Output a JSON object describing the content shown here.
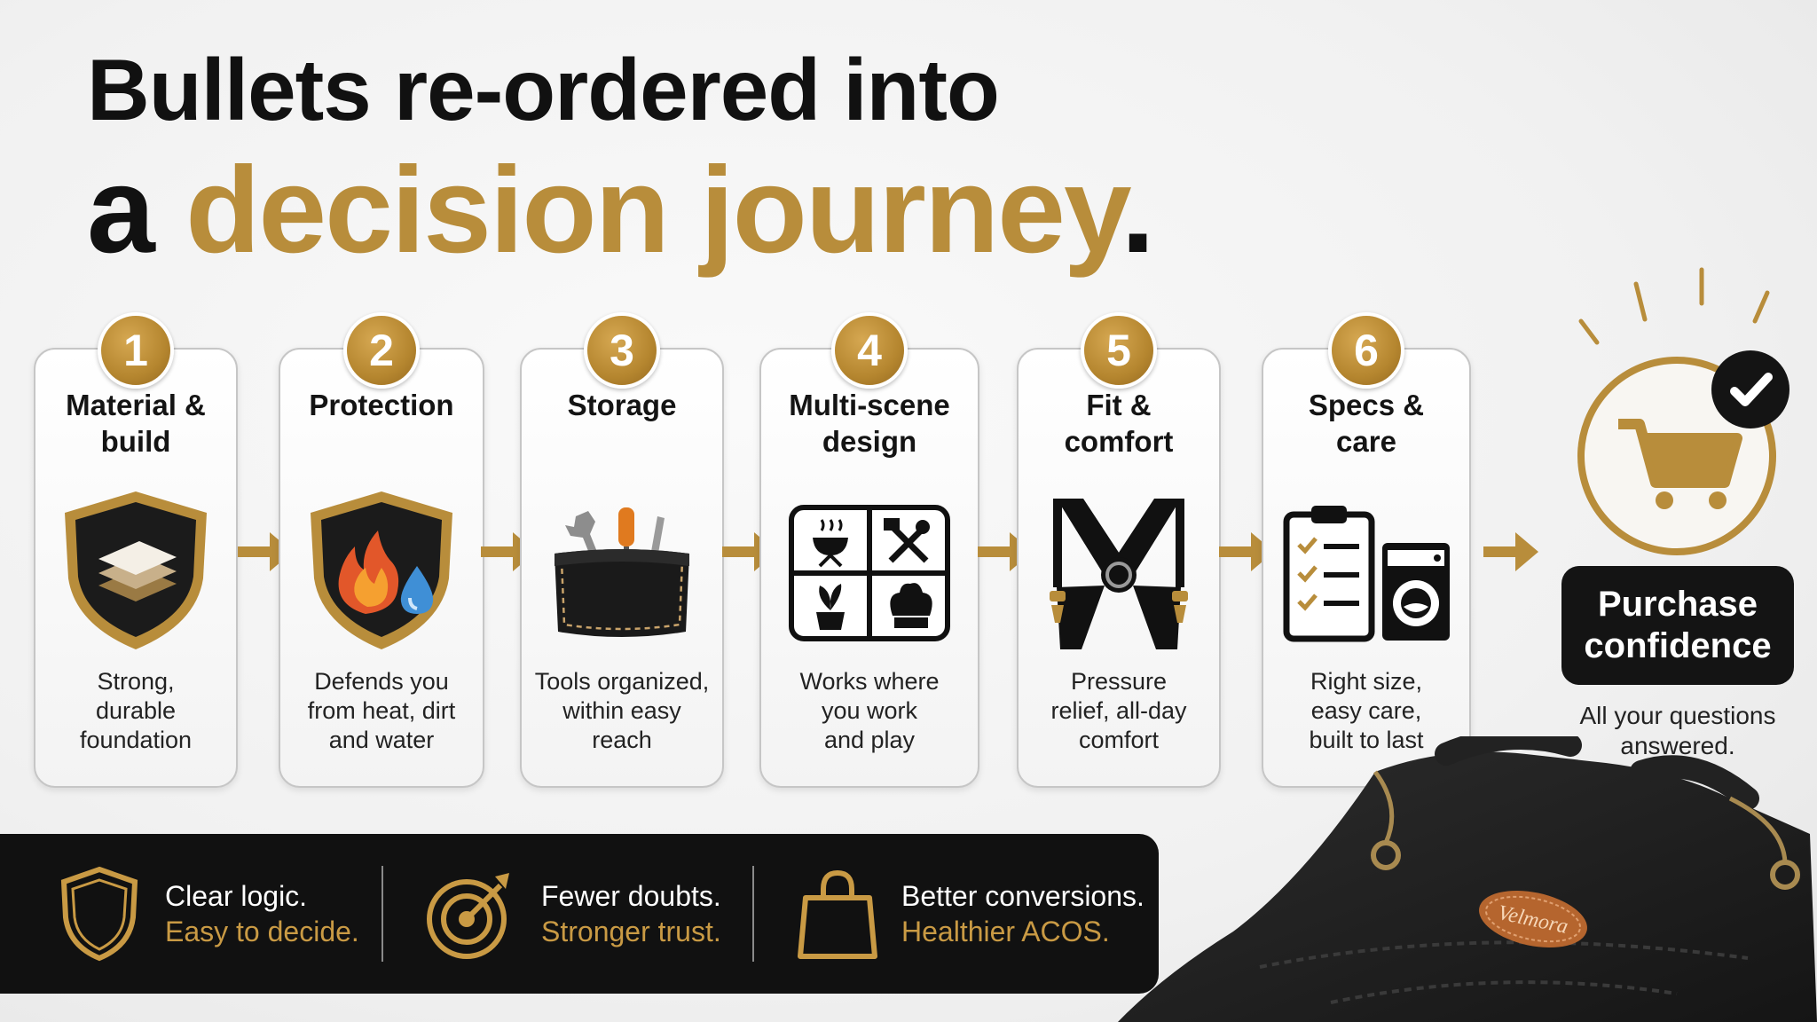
{
  "headline": {
    "line1": "Bullets re-ordered into",
    "line2_lead": "a",
    "line2_highlight": "decision journey",
    "line2_end": "."
  },
  "colors": {
    "accent_gold": "#b88d3b",
    "dark": "#111111",
    "card_border": "#c6c6c6"
  },
  "steps": [
    {
      "number": "1",
      "title": "Material &\nbuild",
      "description": "Strong,\ndurable\nfoundation",
      "icon": "layered-shield-icon"
    },
    {
      "number": "2",
      "title": "Protection",
      "description": "Defends you\nfrom heat, dirt\nand water",
      "icon": "fire-water-shield-icon"
    },
    {
      "number": "3",
      "title": "Storage",
      "description": "Tools organized,\nwithin easy\nreach",
      "icon": "tool-pocket-icon"
    },
    {
      "number": "4",
      "title": "Multi-scene\ndesign",
      "description": "Works where\nyou work\nand play",
      "icon": "scene-grid-icon"
    },
    {
      "number": "5",
      "title": "Fit &\ncomfort",
      "description": "Pressure\nrelief, all-day\ncomfort",
      "icon": "cross-straps-icon"
    },
    {
      "number": "6",
      "title": "Specs &\ncare",
      "description": "Right size,\neasy care,\nbuilt to last",
      "icon": "checklist-washer-icon"
    }
  ],
  "purchase": {
    "label": "Purchase\nconfidence",
    "sub": "All your questions\nanswered.",
    "icon": "shopping-cart-icon"
  },
  "benefits": [
    {
      "line1": "Clear logic.",
      "line2": "Easy to decide.",
      "icon": "shield-outline-icon"
    },
    {
      "line1": "Fewer doubts.",
      "line2": "Stronger trust.",
      "icon": "target-icon"
    },
    {
      "line1": "Better conversions.",
      "line2": "Healthier ACOS.",
      "icon": "shopping-bag-icon"
    }
  ],
  "product": {
    "brand_patch": "Velmora"
  }
}
